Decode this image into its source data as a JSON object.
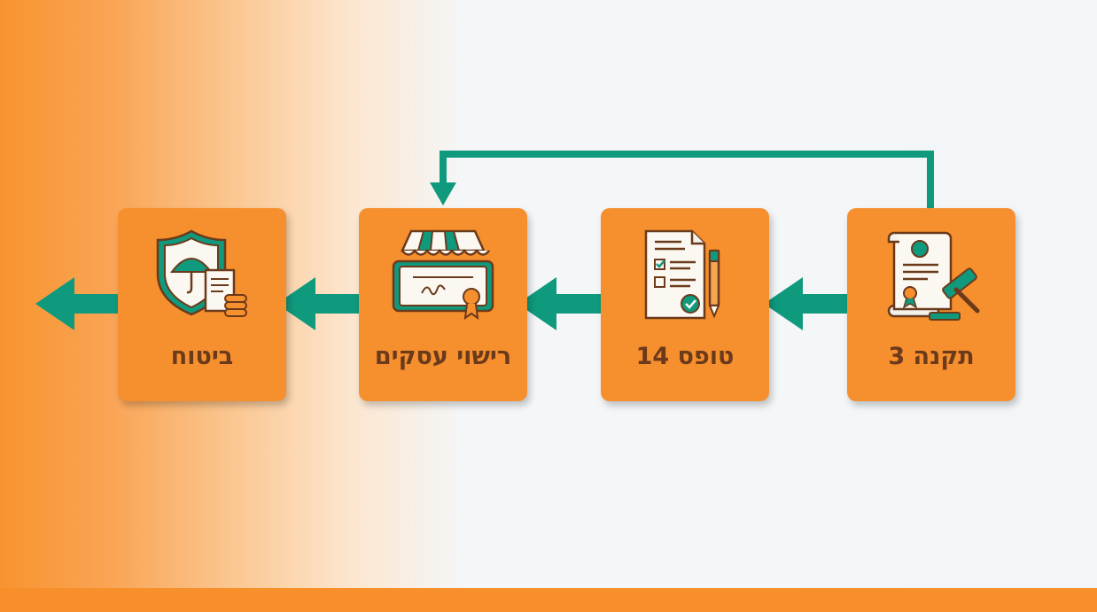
{
  "steps": [
    {
      "label": "תקנה 3",
      "icon": "regulation-document-gavel-icon"
    },
    {
      "label": "טופס 14",
      "icon": "checklist-form-pen-icon"
    },
    {
      "label": "רישוי עסקים",
      "icon": "storefront-license-icon"
    },
    {
      "label": "ביטוח",
      "icon": "insurance-shield-umbrella-icon"
    }
  ],
  "colors": {
    "card": "#f68f2d",
    "arrow": "#0f9a7e",
    "label": "#6b3a1b",
    "bar": "#f7902b"
  }
}
